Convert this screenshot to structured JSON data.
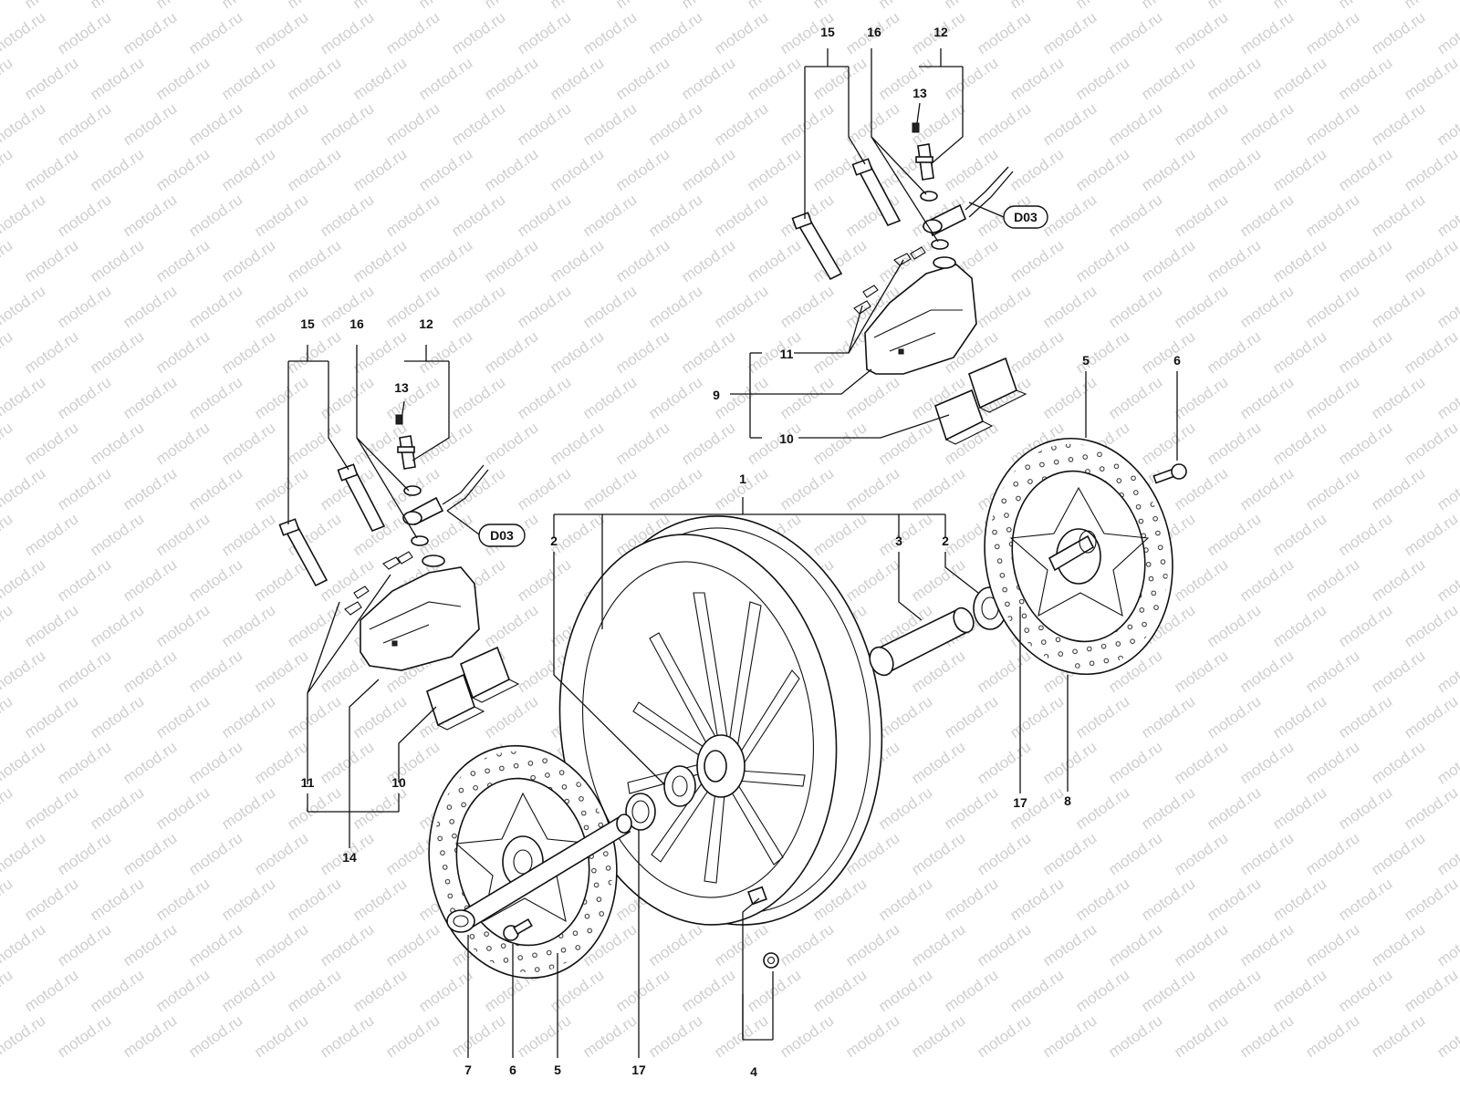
{
  "watermark": "motod.ru",
  "callouts": {
    "c1": "1",
    "c2a": "2",
    "c2b": "2",
    "c3": "3",
    "c4": "4",
    "c5a": "5",
    "c5b": "5",
    "c6a": "6",
    "c6b": "6",
    "c7": "7",
    "c8": "8",
    "c9": "9",
    "c10a": "10",
    "c10b": "10",
    "c11a": "11",
    "c11b": "11",
    "c12a": "12",
    "c12b": "12",
    "c13a": "13",
    "c13b": "13",
    "c14": "14",
    "c15a": "15",
    "c15b": "15",
    "c16a": "16",
    "c16b": "16",
    "c17a": "17",
    "c17b": "17"
  },
  "references": {
    "ref_upper": "D03",
    "ref_left": "D03"
  }
}
